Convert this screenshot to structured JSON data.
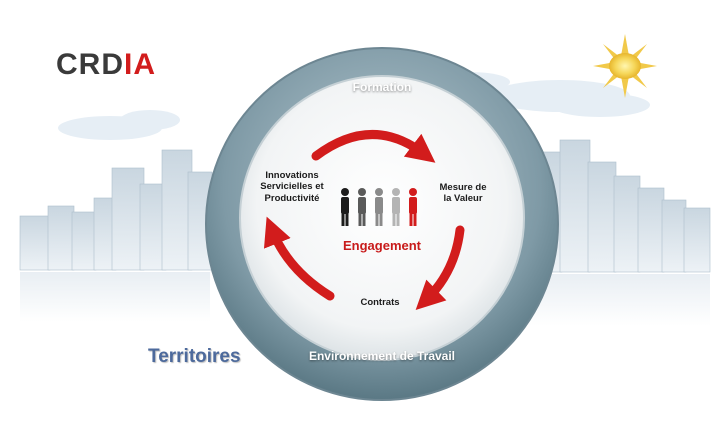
{
  "logo": {
    "part1": "CRD",
    "part2": "I",
    "part3": "A"
  },
  "ring": {
    "top": "Formation",
    "bottom": "Environnement de Travail"
  },
  "inner": {
    "left_line1": "Innovations",
    "left_line2": "Servicielles et",
    "left_line3": "Productivité",
    "right_line1": "Mesure de",
    "right_line2": "la Valeur",
    "bottom": "Contrats",
    "center": "Engagement"
  },
  "territoires": "Territoires",
  "colors": {
    "accent": "#d21c1c",
    "ring": "#7f9aa6",
    "territoires": "#4d6a9c"
  },
  "icons": [
    "sun-icon",
    "people-group-icon"
  ]
}
